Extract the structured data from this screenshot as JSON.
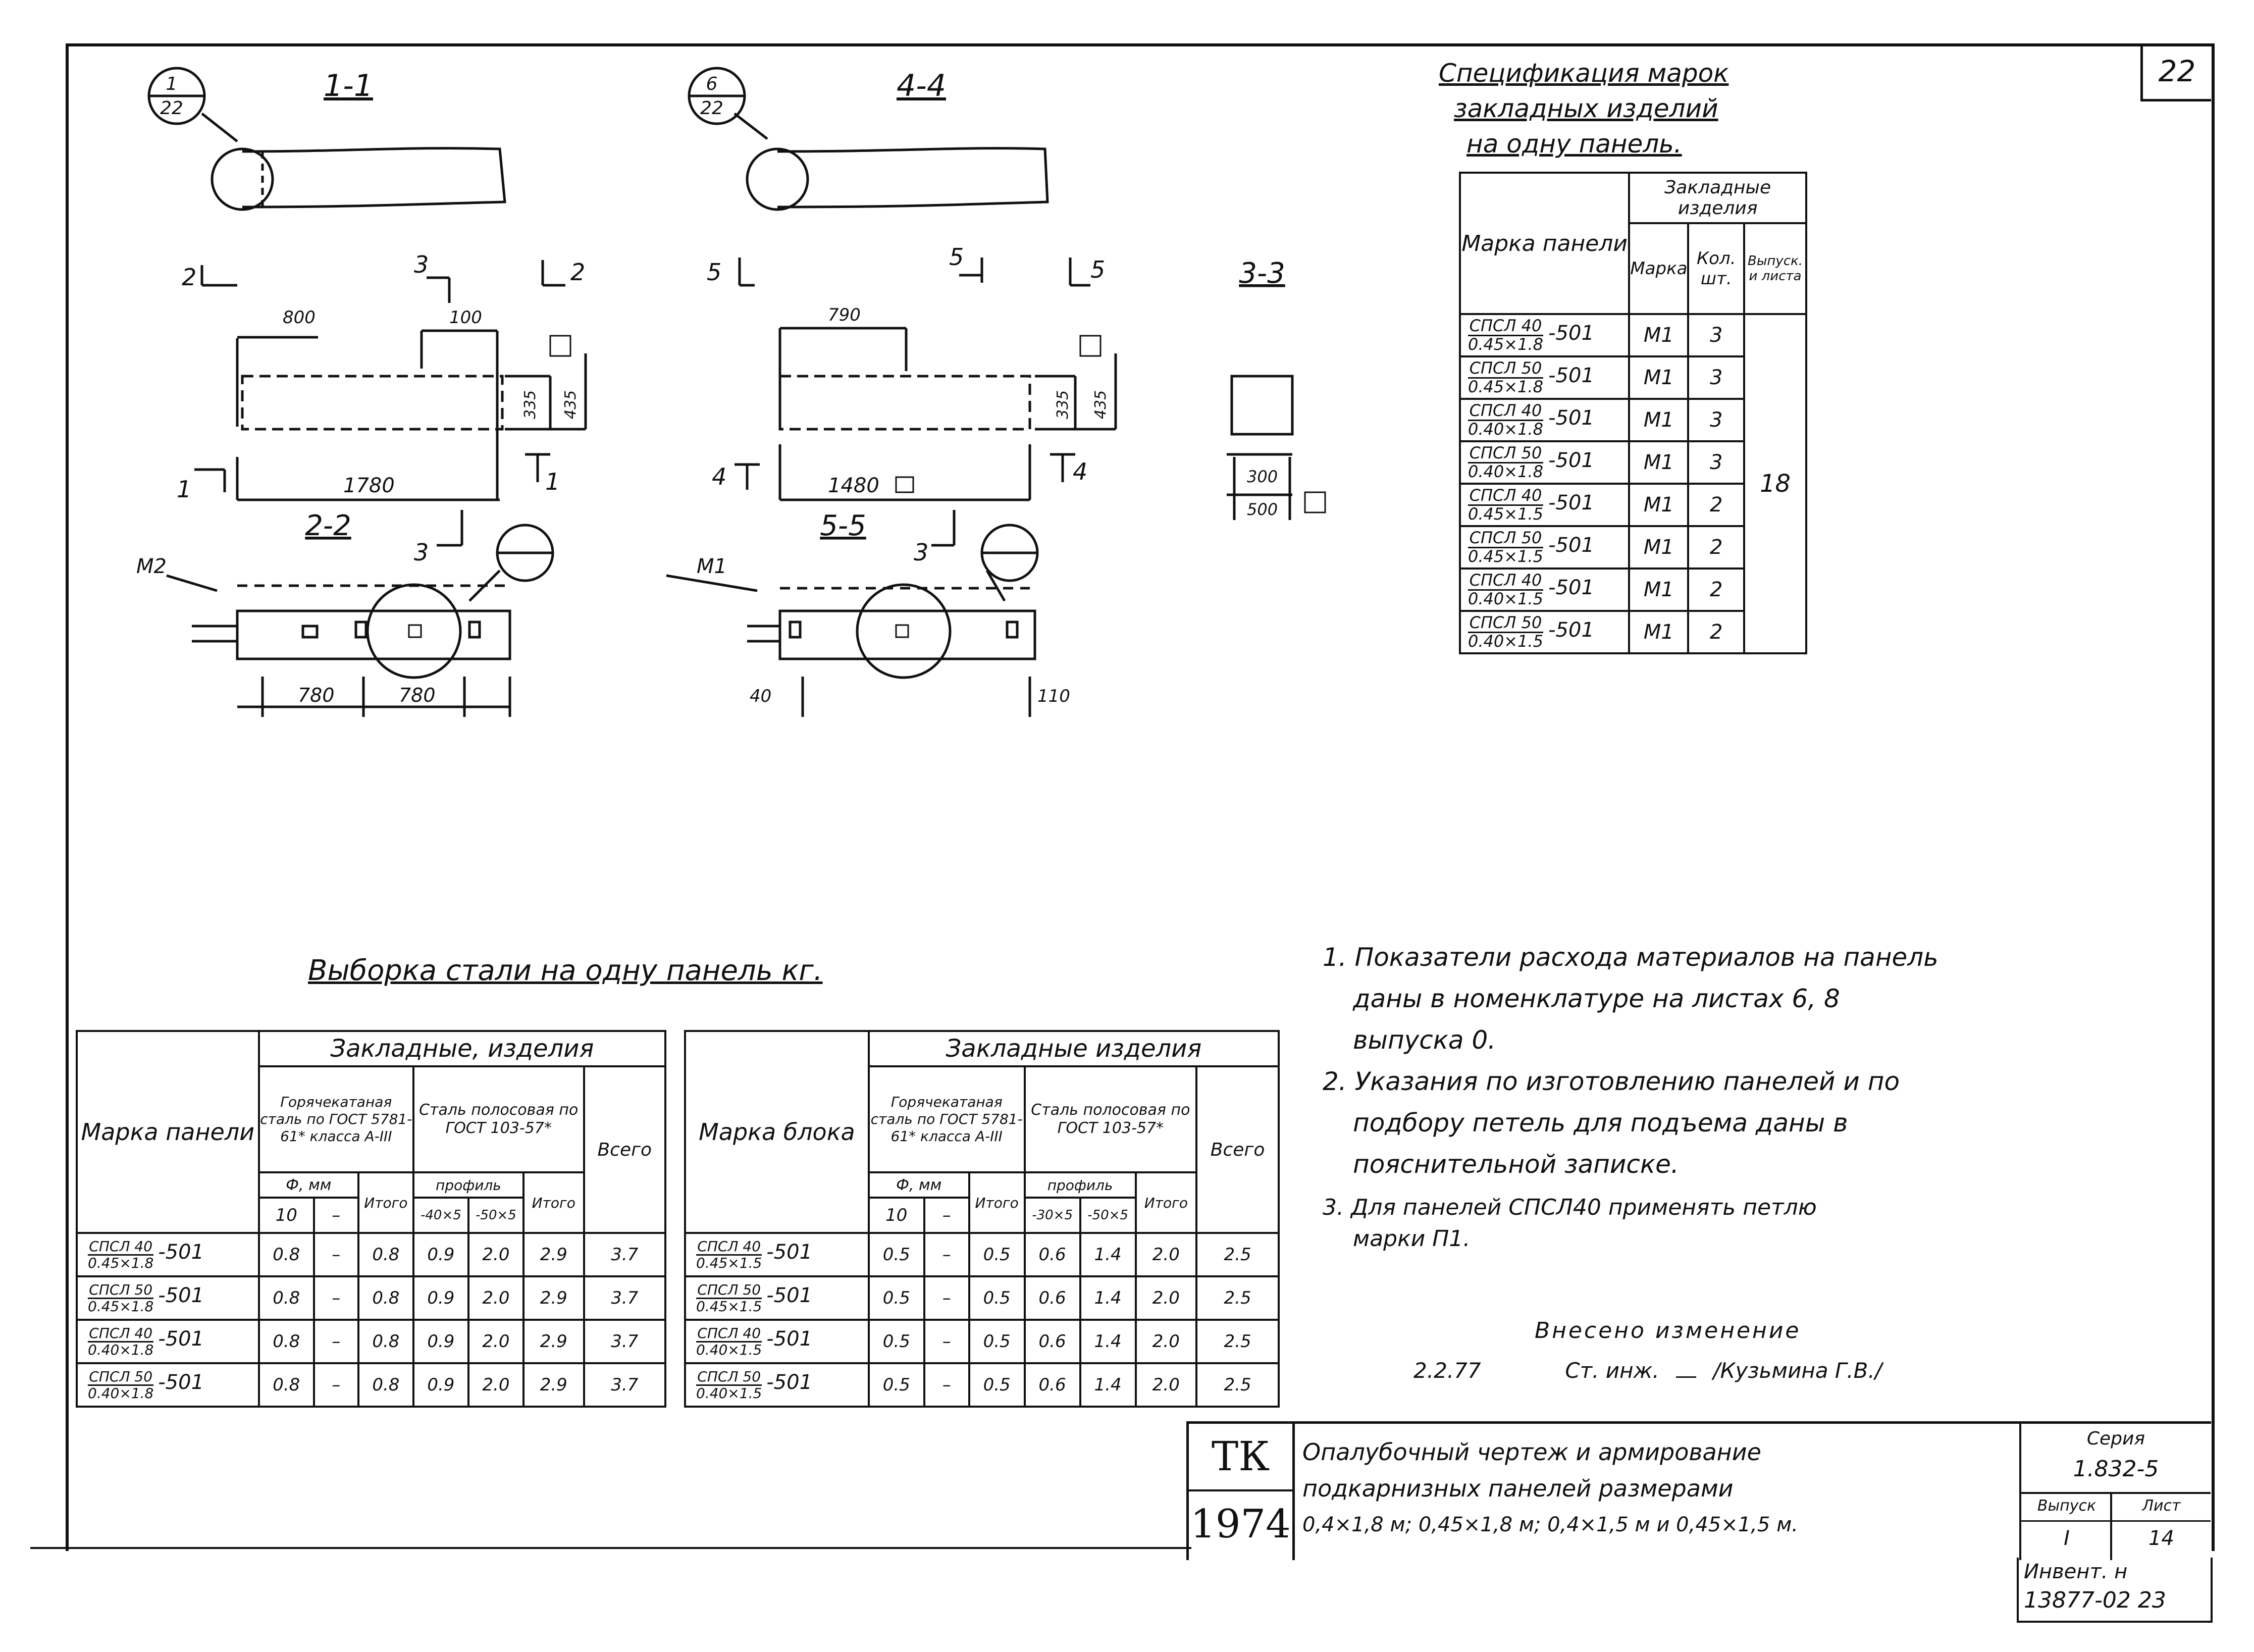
{
  "sheet": {
    "number": "22"
  },
  "sections": {
    "s11": "1-1",
    "s44": "4-4",
    "s22": "2-2",
    "s55": "5-5",
    "s33": "3-3",
    "callout_a": {
      "top": "1",
      "bottom": "22"
    },
    "callout_b": {
      "top": "6",
      "bottom": "22"
    },
    "marks": [
      "2",
      "3",
      "2",
      "1",
      "1",
      "5",
      "5",
      "5",
      "4",
      "4",
      "3",
      "3"
    ],
    "dims_left": {
      "d1": "800",
      "d2": "100",
      "d3": "1780",
      "d4": "335",
      "d5": "435",
      "d6": "780",
      "d7": "780",
      "d8": "М2"
    },
    "dims_right": {
      "d1": "790",
      "d2": "1480",
      "d3": "335",
      "d4": "435",
      "d5": "М1",
      "d6": "40",
      "d7": "110"
    },
    "dims_33": {
      "d1": "300",
      "d2": "500"
    }
  },
  "spec": {
    "title": [
      "Спецификация марок",
      "закладных изделий",
      "на одну панель."
    ],
    "headers": {
      "panel_mark": "Марка панели",
      "group": "Закладные изделия",
      "mark": "Марка",
      "qty": "Кол. шт.",
      "issue": "Выпуск. и листа"
    },
    "rows": [
      {
        "mark_top": "СПСЛ 40",
        "mark_bot": "0.45×1.8",
        "suffix": "-501",
        "item": "М1",
        "qty": "3"
      },
      {
        "mark_top": "СПСЛ 50",
        "mark_bot": "0.45×1.8",
        "suffix": "-501",
        "item": "М1",
        "qty": "3"
      },
      {
        "mark_top": "СПСЛ 40",
        "mark_bot": "0.40×1.8",
        "suffix": "-501",
        "item": "М1",
        "qty": "3"
      },
      {
        "mark_top": "СПСЛ 50",
        "mark_bot": "0.40×1.8",
        "suffix": "-501",
        "item": "М1",
        "qty": "3"
      },
      {
        "mark_top": "СПСЛ 40",
        "mark_bot": "0.45×1.5",
        "suffix": "-501",
        "item": "М1",
        "qty": "2"
      },
      {
        "mark_top": "СПСЛ 50",
        "mark_bot": "0.45×1.5",
        "suffix": "-501",
        "item": "М1",
        "qty": "2"
      },
      {
        "mark_top": "СПСЛ 40",
        "mark_bot": "0.40×1.5",
        "suffix": "-501",
        "item": "М1",
        "qty": "2"
      },
      {
        "mark_top": "СПСЛ 50",
        "mark_bot": "0.40×1.5",
        "suffix": "-501",
        "item": "М1",
        "qty": "2"
      }
    ],
    "issue_value": "18"
  },
  "steel": {
    "title": "Выборка стали на одну панель кг.",
    "left": {
      "col_mark": "Марка панели",
      "group": "Закладные, изделия",
      "hot": "Горячекатаная сталь по ГОСТ 5781-61* класса А-III",
      "strip": "Сталь полосовая по ГОСТ 103-57*",
      "diam": "Ф, мм",
      "profile": "профиль",
      "itogo": "Итого",
      "total": "Всего",
      "d10": "10",
      "dash": "–",
      "p1": "-40×5",
      "p2": "-50×5",
      "rows": [
        {
          "top": "СПСЛ 40",
          "bot": "0.45×1.8",
          "suffix": "-501",
          "v": [
            "0.8",
            "–",
            "0.8",
            "0.9",
            "2.0",
            "2.9",
            "3.7"
          ]
        },
        {
          "top": "СПСЛ 50",
          "bot": "0.45×1.8",
          "suffix": "-501",
          "v": [
            "0.8",
            "–",
            "0.8",
            "0.9",
            "2.0",
            "2.9",
            "3.7"
          ]
        },
        {
          "top": "СПСЛ 40",
          "bot": "0.40×1.8",
          "suffix": "-501",
          "v": [
            "0.8",
            "–",
            "0.8",
            "0.9",
            "2.0",
            "2.9",
            "3.7"
          ]
        },
        {
          "top": "СПСЛ 50",
          "bot": "0.40×1.8",
          "suffix": "-501",
          "v": [
            "0.8",
            "–",
            "0.8",
            "0.9",
            "2.0",
            "2.9",
            "3.7"
          ]
        }
      ]
    },
    "right": {
      "col_mark": "Марка блока",
      "group": "Закладные изделия",
      "hot": "Горячекатаная сталь по ГОСТ 5781-61* класса А-III",
      "strip": "Сталь полосовая по ГОСТ 103-57*",
      "diam": "Ф, мм",
      "profile": "профиль",
      "itogo": "Итого",
      "total": "Всего",
      "d10": "10",
      "dash": "–",
      "p1": "-30×5",
      "p2": "-50×5",
      "rows": [
        {
          "top": "СПСЛ 40",
          "bot": "0.45×1.5",
          "suffix": "-501",
          "v": [
            "0.5",
            "–",
            "0.5",
            "0.6",
            "1.4",
            "2.0",
            "2.5"
          ]
        },
        {
          "top": "СПСЛ 50",
          "bot": "0.45×1.5",
          "suffix": "-501",
          "v": [
            "0.5",
            "–",
            "0.5",
            "0.6",
            "1.4",
            "2.0",
            "2.5"
          ]
        },
        {
          "top": "СПСЛ 40",
          "bot": "0.40×1.5",
          "suffix": "-501",
          "v": [
            "0.5",
            "–",
            "0.5",
            "0.6",
            "1.4",
            "2.0",
            "2.5"
          ]
        },
        {
          "top": "СПСЛ 50",
          "bot": "0.40×1.5",
          "suffix": "-501",
          "v": [
            "0.5",
            "–",
            "0.5",
            "0.6",
            "1.4",
            "2.0",
            "2.5"
          ]
        }
      ]
    }
  },
  "notes": {
    "n1": [
      "1. Показатели расхода материалов на панель",
      "даны в номенклатуре на листах 6, 8",
      "выпуска 0."
    ],
    "n2": [
      "2. Указания по изготовлению панелей и по",
      "подбору петель для подъема даны в",
      "пояснительной записке."
    ],
    "n3": [
      "3. Для панелей СПСЛ40 применять петлю",
      "марки П1."
    ]
  },
  "change": {
    "line1": "Внесено изменение",
    "date": "2.2.77",
    "who": "Ст. инж.",
    "name": "/Кузьмина Г.В./"
  },
  "title_block": {
    "org_top": "ТК",
    "org_bottom": "1974",
    "title": [
      "Опалубочный чертеж и армирование",
      "подкарнизных панелей размерами",
      "0,4×1,8 м; 0,45×1,8 м; 0,4×1,5 м и 0,45×1,5 м."
    ],
    "series_label": "Серия",
    "series_value": "1.832-5",
    "issue_label": "Выпуск",
    "issue_value": "I",
    "sheet_label": "Лист",
    "sheet_value": "14",
    "inv_label": "Инвент. н",
    "inv_value": "13877-02 23"
  }
}
